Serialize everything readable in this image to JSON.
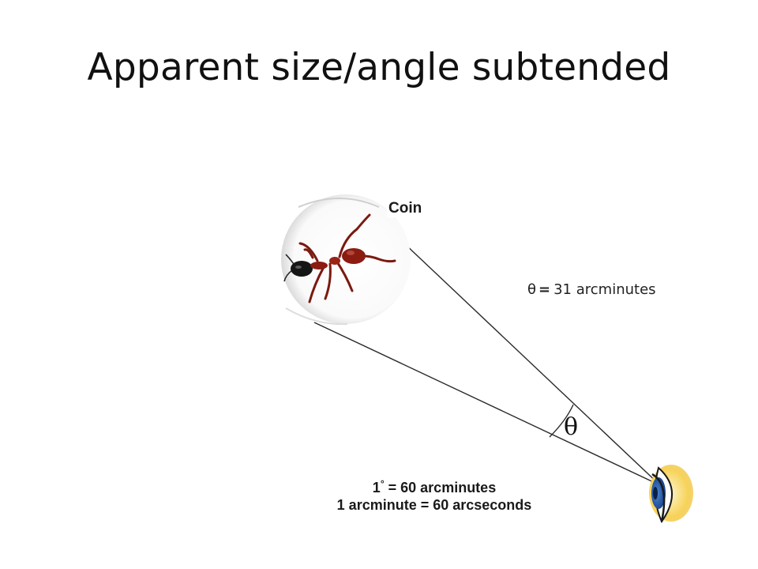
{
  "slide": {
    "title": "Apparent size/angle subtended"
  },
  "diagram": {
    "coin_label": "Coin",
    "angle_symbol": "θ",
    "angle_equals": "=",
    "angle_value": "31 arcminutes",
    "vertex_symbol": "θ",
    "conversion_line1_a": "1",
    "conversion_line1_degree": "°",
    "conversion_line1_b": " = 60 arcminutes",
    "conversion_line2": "1 arcminute = 60 arcseconds",
    "colors": {
      "ant_body": "#8a1c12",
      "ant_head": "#151515",
      "eye_iris": "#1f56a8",
      "eye_lid": "#f2c53a",
      "sight_lines": "#2a2a2a"
    }
  }
}
